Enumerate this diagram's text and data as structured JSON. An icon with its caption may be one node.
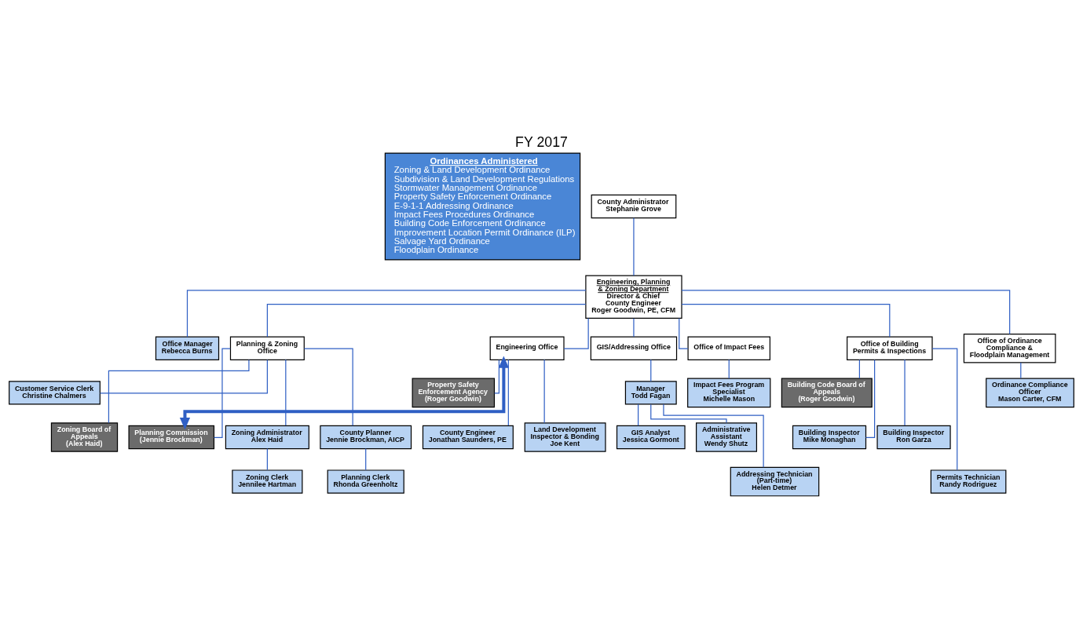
{
  "diagram": {
    "title": "FY 2017",
    "nodes": [
      {
        "text": [
          "Ordinances Administered",
          "Zoning & Land Development Ordinance",
          "Subdivision & Land Development Regulations",
          "Stormwater Management Ordinance",
          "Property Safety Enforcement Ordinance",
          "E-9-1-1 Addressing Ordinance",
          "Impact Fees Procedures Ordinance",
          "Building Code Enforcement Ordinance",
          "Improvement Location Permit Ordinance (ILP)",
          "Salvage Yard Ordinance",
          "Floodplain Ordinance"
        ]
      },
      {
        "text": [
          "County Administrator",
          "Stephanie Grove"
        ]
      },
      {
        "text": [
          "Engineering, Planning & Zoning Department",
          "Director & Chief County Engineer",
          "Roger Goodwin, PE, CFM"
        ]
      },
      {
        "text": [
          "Office Manager",
          "Rebecca Burns"
        ]
      },
      {
        "text": [
          "Planning & Zoning Office"
        ]
      },
      {
        "text": [
          "Engineering Office"
        ]
      },
      {
        "text": [
          "GIS/Addressing Office"
        ]
      },
      {
        "text": [
          "Office of Impact Fees"
        ]
      },
      {
        "text": [
          "Office of Building Permits & Inspections"
        ]
      },
      {
        "text": [
          "Office of Ordinance Compliance & Floodplain Management"
        ]
      },
      {
        "text": [
          "Customer Service Clerk",
          "Christine Chalmers"
        ]
      },
      {
        "text": [
          "Zoning Board of Appeals",
          "(Alex Haid)"
        ]
      },
      {
        "text": [
          "Planning Commission",
          "(Jennie Brockman)"
        ]
      },
      {
        "text": [
          "Zoning Administrator",
          "Alex Haid"
        ]
      },
      {
        "text": [
          "County Planner",
          "Jennie Brockman, AICP"
        ]
      },
      {
        "text": [
          "Zoning Clerk",
          "Jennilee Hartman"
        ]
      },
      {
        "text": [
          "Planning Clerk",
          "Rhonda Greenholtz"
        ]
      },
      {
        "text": [
          "Property Safety Enforcement Agency",
          "(Roger Goodwin)"
        ]
      },
      {
        "text": [
          "County Engineer",
          "Jonathan Saunders, PE"
        ]
      },
      {
        "text": [
          "Land Development Inspector & Bonding",
          "Joe Kent"
        ]
      },
      {
        "text": [
          "Manager",
          "Todd Fagan"
        ]
      },
      {
        "text": [
          "GIS Analyst",
          "Jessica Gormont"
        ]
      },
      {
        "text": [
          "Administrative Assistant",
          "Wendy Shutz"
        ]
      },
      {
        "text": [
          "Addressing Technician",
          "(Part-time)",
          "Helen Detmer"
        ]
      },
      {
        "text": [
          "Impact Fees Program Specialist",
          "Michelle Mason"
        ]
      },
      {
        "text": [
          "Building Code Board of Appeals",
          "(Roger Goodwin)"
        ]
      },
      {
        "text": [
          "Building Inspector",
          "Mike Monaghan"
        ]
      },
      {
        "text": [
          "Building Inspector",
          "Ron Garza"
        ]
      },
      {
        "text": [
          "Permits Technician",
          "Randy Rodriguez"
        ]
      },
      {
        "text": [
          "Ordinance Compliance Officer",
          "Mason Carter, CFM"
        ]
      }
    ],
    "edges": [
      {
        "from": 1,
        "to": 2,
        "arrow": "none"
      },
      {
        "from": 2,
        "to": 3,
        "arrow": "none"
      },
      {
        "from": 2,
        "to": 4,
        "arrow": "none"
      },
      {
        "from": 2,
        "to": 5,
        "arrow": "none"
      },
      {
        "from": 2,
        "to": 6,
        "arrow": "none"
      },
      {
        "from": 2,
        "to": 7,
        "arrow": "none"
      },
      {
        "from": 2,
        "to": 8,
        "arrow": "none"
      },
      {
        "from": 2,
        "to": 9,
        "arrow": "none"
      },
      {
        "from": 4,
        "to": 10,
        "arrow": "none"
      },
      {
        "from": 4,
        "to": 11,
        "arrow": "none"
      },
      {
        "from": 4,
        "to": 12,
        "arrow": "none"
      },
      {
        "from": 4,
        "to": 13,
        "arrow": "none"
      },
      {
        "from": 4,
        "to": 14,
        "arrow": "none"
      },
      {
        "from": 13,
        "to": 15,
        "arrow": "none"
      },
      {
        "from": 14,
        "to": 16,
        "arrow": "none"
      },
      {
        "from": 5,
        "to": 17,
        "arrow": "none"
      },
      {
        "from": 5,
        "to": 18,
        "arrow": "none"
      },
      {
        "from": 5,
        "to": 19,
        "arrow": "none"
      },
      {
        "from": 6,
        "to": 20,
        "arrow": "none"
      },
      {
        "from": 20,
        "to": 21,
        "arrow": "none"
      },
      {
        "from": 20,
        "to": 22,
        "arrow": "none"
      },
      {
        "from": 20,
        "to": 23,
        "arrow": "none"
      },
      {
        "from": 7,
        "to": 24,
        "arrow": "none"
      },
      {
        "from": 8,
        "to": 25,
        "arrow": "none"
      },
      {
        "from": 8,
        "to": 26,
        "arrow": "none"
      },
      {
        "from": 8,
        "to": 27,
        "arrow": "none"
      },
      {
        "from": 8,
        "to": 28,
        "arrow": "none"
      },
      {
        "from": 9,
        "to": 29,
        "arrow": "none"
      },
      {
        "from": 12,
        "to": 5,
        "arrow": "both",
        "style": "thick"
      }
    ]
  }
}
